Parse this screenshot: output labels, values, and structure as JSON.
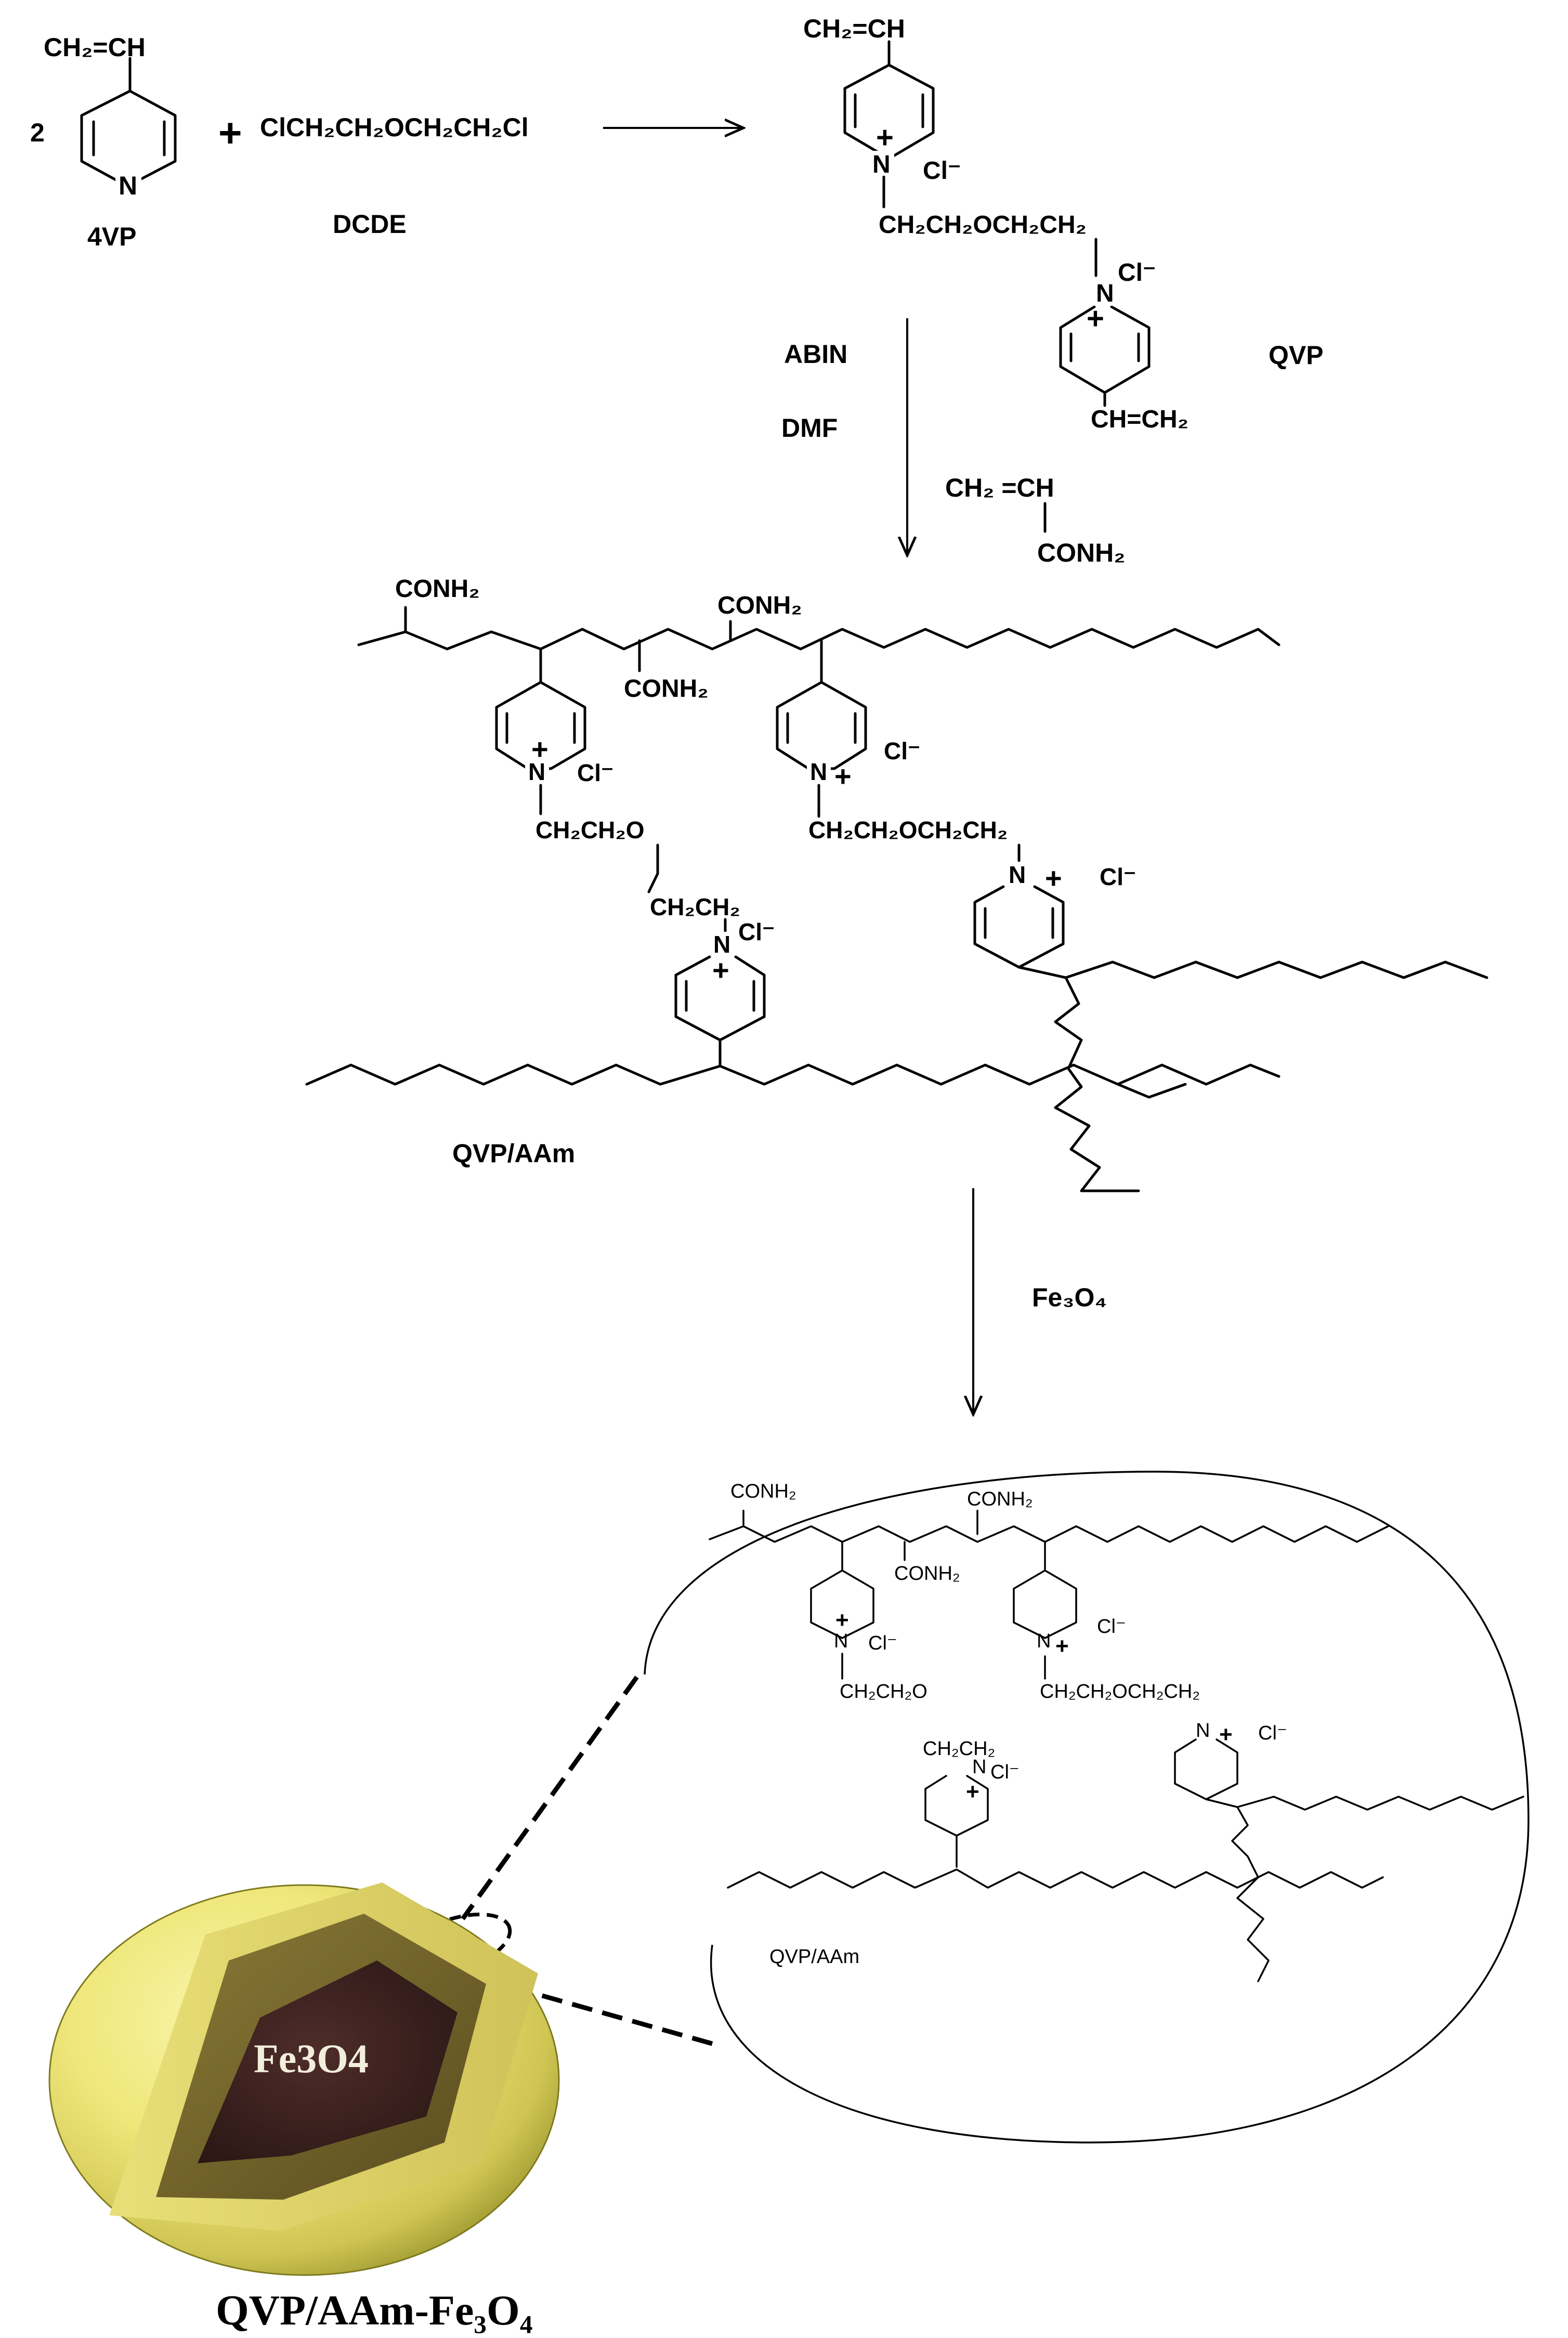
{
  "reactants": {
    "coefficient": "2",
    "vinyl_group": "CH₂=CH",
    "ring_nitrogen": "N",
    "monomer_label": "4VP",
    "plus_sign": "+",
    "crosslinker_formula": "ClCH₂CH₂OCH₂CH₂Cl",
    "crosslinker_label": "DCDE"
  },
  "qvp_product": {
    "vinyl_top": "CH₂=CH",
    "nitrogen": "N",
    "plus": "+",
    "chloride": "Cl⁻",
    "bridge": "CH₂CH₂OCH₂CH₂",
    "vinyl_bottom": "CH=CH₂",
    "label": "QVP"
  },
  "step2": {
    "initiator": "ABIN",
    "solvent": "DMF",
    "comonomer_vinyl": "CH₂ =CH",
    "comonomer_amide": "CONH₂"
  },
  "copolymer": {
    "amide": "CONH₂",
    "nitrogen": "N",
    "plus": "+",
    "chloride": "Cl⁻",
    "bridge_left_1": "CH₂CH₂O",
    "bridge_left_2": "CH₂CH₂",
    "bridge_right": "CH₂CH₂OCH₂CH₂",
    "label": "QVP/AAm"
  },
  "step3": {
    "reagent": "Fe₃O₄"
  },
  "nanocomposite": {
    "core_label": "Fe3O4",
    "zoom_label": "QVP/AAm",
    "caption": "QVP/AAm-Fe₃O₄"
  },
  "colors": {
    "shell_light": "#f4ef86",
    "shell_mid": "#ddd35a",
    "shell_dark": "#8e8a24",
    "wedge_face": "#7a6b2e",
    "core": "#3b2220"
  }
}
